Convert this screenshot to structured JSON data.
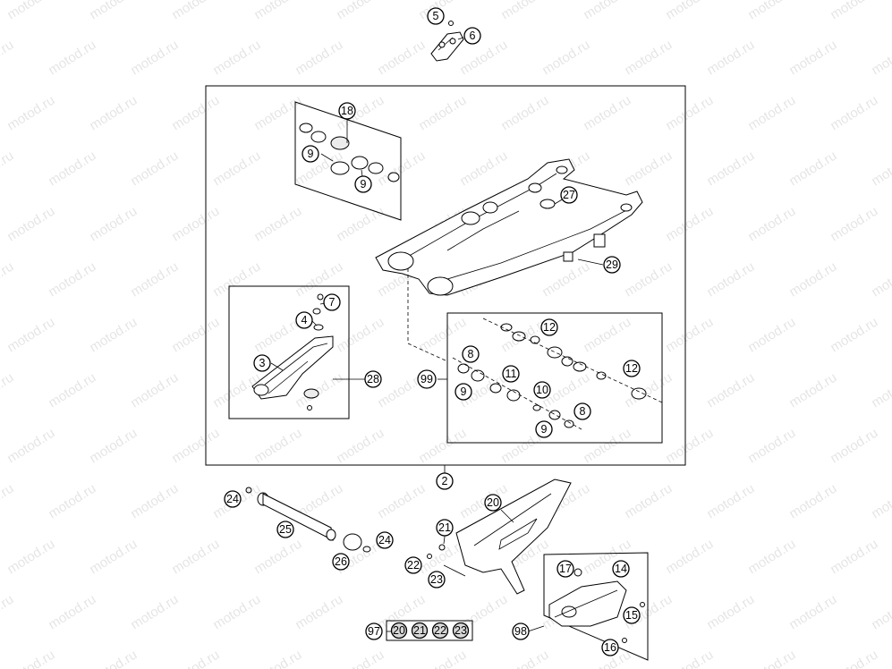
{
  "watermark": "motod.ru",
  "callouts": {
    "c5": "5",
    "c6": "6",
    "c18": "18",
    "c9a": "9",
    "c9b": "9",
    "c27": "27",
    "c29": "29",
    "c7": "7",
    "c4": "4",
    "c3": "3",
    "c28": "28",
    "c12a": "12",
    "c8a": "8",
    "c11": "11",
    "c12b": "12",
    "c99": "99",
    "c9c": "9",
    "c10": "10",
    "c8b": "8",
    "c9d": "9",
    "c2": "2",
    "c24a": "24",
    "c20": "20",
    "c21": "21",
    "c25": "25",
    "c24b": "24",
    "c26": "26",
    "c22": "22",
    "c23": "23",
    "c17": "17",
    "c14": "14",
    "c15": "15",
    "c16": "16",
    "c98": "98",
    "c97": "97",
    "k20": "20",
    "k21": "21",
    "k22": "22",
    "k23": "23"
  }
}
